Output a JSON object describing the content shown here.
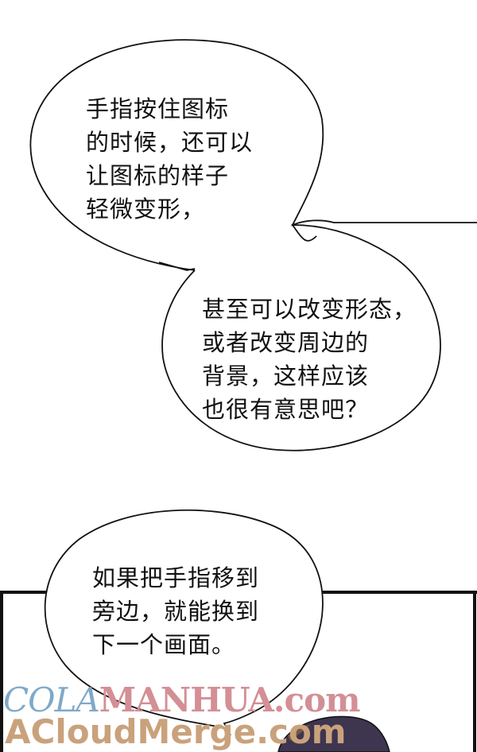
{
  "bubbles": [
    {
      "lines": "手指按住图标\n的时候，还可以\n让图标的样子\n轻微变形，"
    },
    {
      "lines": "甚至可以改变形态，\n或者改变周边的\n背景，这样应该\n也很有意思吧？"
    },
    {
      "lines": "如果把手指移到\n旁边，就能换到\n下一个画面。"
    }
  ],
  "watermark": {
    "line1_part1": "COLA",
    "line1_part2": "MANHUA.com",
    "line2": "ACloudMerge.com"
  },
  "colors": {
    "background": "#ffffff",
    "outline": "#111111",
    "watermark_blue": "#7fa9c8",
    "watermark_pink": "#d38f95",
    "watermark_tan": "#c9a27c",
    "hair": "#3e3550"
  }
}
